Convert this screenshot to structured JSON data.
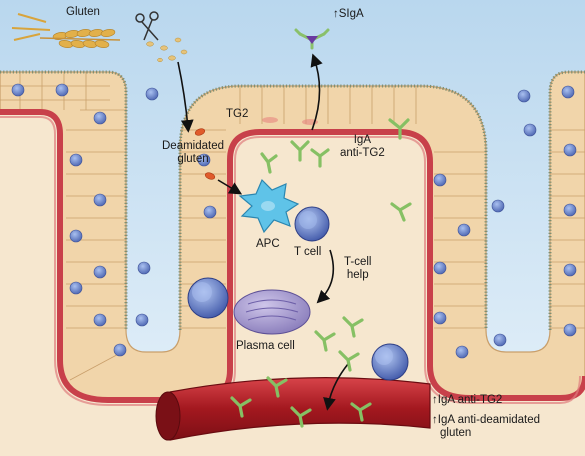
{
  "labels": {
    "gluten": "Gluten",
    "siga_arrow": "↑",
    "siga": "SIgA",
    "tg2": "TG2",
    "deamidated_gluten_1": "Deamidated",
    "deamidated_gluten_2": "gluten",
    "iga_anti_tg2_1": "IgA",
    "iga_anti_tg2_2": "anti-TG2",
    "apc": "APC",
    "t_cell": "T cell",
    "t_cell_help_1": "T-cell",
    "t_cell_help_2": "help",
    "plasma_cell": "Plasma cell"
  },
  "legend": {
    "arrow": "↑",
    "item1": "IgA anti-TG2",
    "item2_1": "IgA anti-deamidated",
    "item2_2": "gluten"
  },
  "colors": {
    "lumen": "#cfe4f2",
    "tissue": "#f6e7cf",
    "epithelium": "#f2d7ae",
    "basement": "#c8404a",
    "vessel": "#b32128",
    "antibody": "#8ac06a",
    "apc": "#5fc3e8",
    "plasma": "#9a8fc6",
    "nucleus": "#5f7ec4"
  }
}
